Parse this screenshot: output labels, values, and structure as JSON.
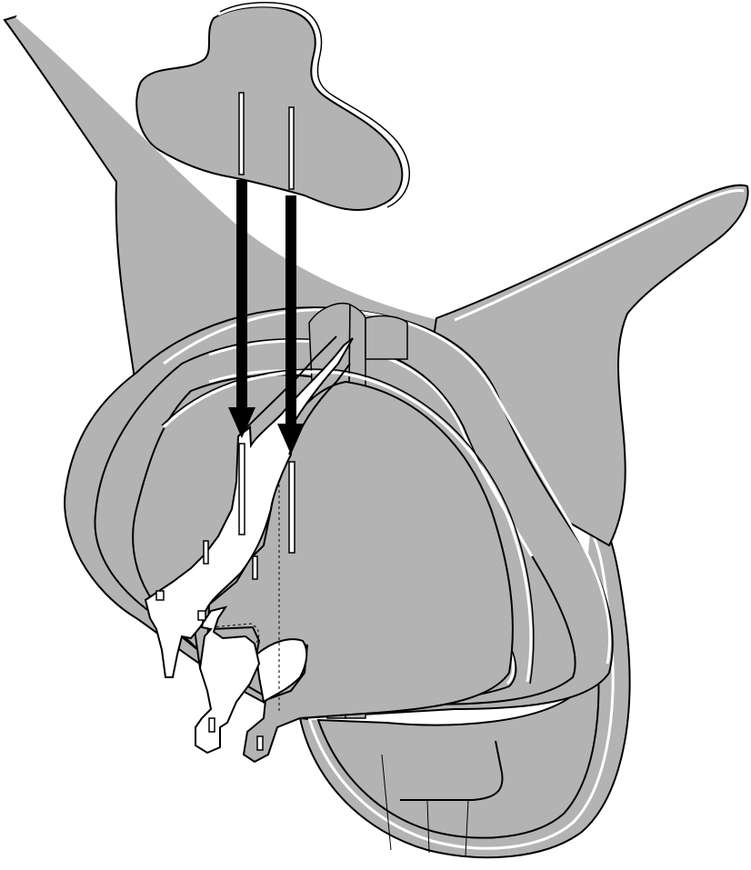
{
  "diagram": {
    "kind": "assembly-instruction",
    "parts": [
      "top-crest-piece",
      "left-ear-panel",
      "right-ear-panel",
      "head-profile-panels",
      "jaw-profile-panel",
      "front-jaw-panel",
      "lower-rib-panels"
    ],
    "arrows": 2,
    "colors": {
      "panel_fill": "#b3b3b3",
      "panel_edge": "#eeeeee",
      "outline": "#000000",
      "front_piece_fill": "#ffffff",
      "arrow": "#000000"
    }
  }
}
